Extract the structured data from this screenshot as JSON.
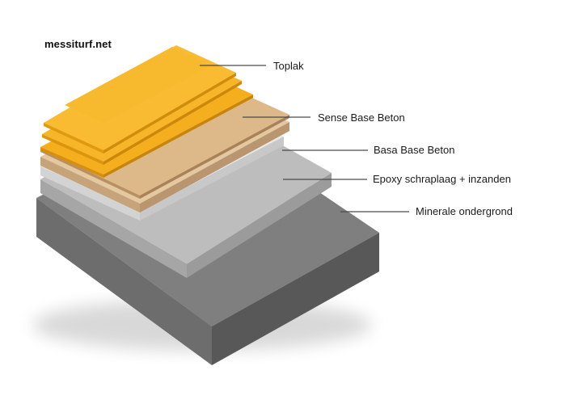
{
  "brand": {
    "text": "messiturf.net"
  },
  "layers": [
    {
      "label": "Toplak",
      "color": "#F5AE1E"
    },
    {
      "label": "Sense Base Beton",
      "color": "#DDB98A"
    },
    {
      "label": "Basa Base Beton",
      "color": "#CFCFCF"
    },
    {
      "label": "Epoxy schraplaag + inzanden",
      "color": "#B7B7B7"
    },
    {
      "label": "Minerale ondergrond",
      "color": "#8E8E8E"
    }
  ]
}
